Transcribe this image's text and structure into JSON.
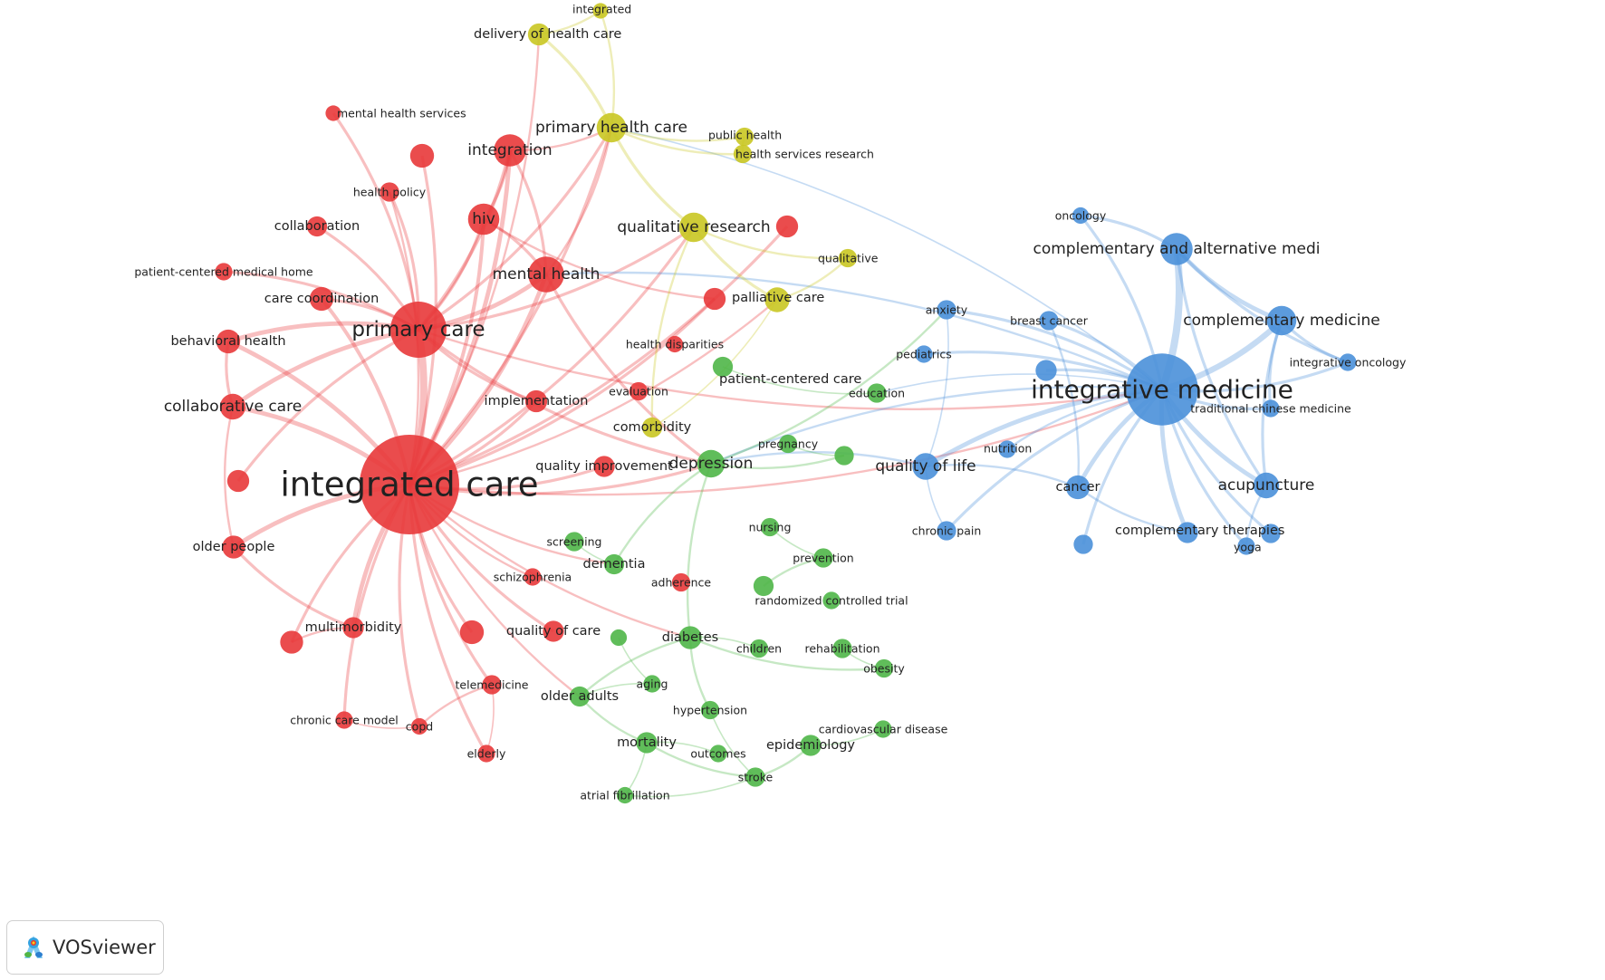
{
  "colors": {
    "cluster1": "#e8393a",
    "cluster2": "#4fb648",
    "cluster3": "#4a90d9",
    "cluster4": "#c9c722"
  },
  "badge": {
    "text": "VOSviewer",
    "icon": "vosviewer-logo-icon"
  },
  "nodes": [
    {
      "id": "integrated care",
      "label": "integrated care",
      "c": "cluster1",
      "w": 1.0
    },
    {
      "id": "primary care",
      "label": "primary care",
      "c": "cluster1",
      "w": 0.53
    },
    {
      "id": "mental health",
      "label": "mental health",
      "c": "cluster1",
      "w": 0.31
    },
    {
      "id": "integration",
      "label": "integration",
      "c": "cluster1",
      "w": 0.27
    },
    {
      "id": "hiv",
      "label": "hiv",
      "c": "cluster1",
      "w": 0.26
    },
    {
      "id": "mental health services",
      "label": "mental health services",
      "c": "cluster1",
      "w": 0.09
    },
    {
      "id": "health policy",
      "label": "health policy",
      "c": "cluster1",
      "w": 0.13
    },
    {
      "id": "collaboration",
      "label": "collaboration",
      "c": "cluster1",
      "w": 0.14
    },
    {
      "id": "patient-centered medical home",
      "label": "patient-centered medical home",
      "c": "cluster1",
      "w": 0.11
    },
    {
      "id": "care coordination",
      "label": "care coordination",
      "c": "cluster1",
      "w": 0.18
    },
    {
      "id": "behavioral health",
      "label": "behavioral health",
      "c": "cluster1",
      "w": 0.18
    },
    {
      "id": "collaborative care",
      "label": "collaborative care",
      "c": "cluster1",
      "w": 0.2
    },
    {
      "id": "implementation",
      "label": "implementation",
      "c": "cluster1",
      "w": 0.16
    },
    {
      "id": "evaluation",
      "label": "evaluation",
      "c": "cluster1",
      "w": 0.12
    },
    {
      "id": "health disparities",
      "label": "health disparities",
      "c": "cluster1",
      "w": 0.1
    },
    {
      "id": "quality improvement",
      "label": "quality improvement",
      "c": "cluster1",
      "w": 0.15
    },
    {
      "id": "older people",
      "label": "older people",
      "c": "cluster1",
      "w": 0.17
    },
    {
      "id": "multimorbidity",
      "label": "multimorbidity",
      "c": "cluster1",
      "w": 0.15
    },
    {
      "id": "schizophrenia",
      "label": "schizophrenia",
      "c": "cluster1",
      "w": 0.11
    },
    {
      "id": "adherence",
      "label": "adherence",
      "c": "cluster1",
      "w": 0.12
    },
    {
      "id": "quality of care",
      "label": "quality of care",
      "c": "cluster1",
      "w": 0.15
    },
    {
      "id": "telemedicine",
      "label": "telemedicine",
      "c": "cluster1",
      "w": 0.13
    },
    {
      "id": "chronic care model",
      "label": "chronic care model",
      "c": "cluster1",
      "w": 0.11
    },
    {
      "id": "copd",
      "label": "copd",
      "c": "cluster1",
      "w": 0.1
    },
    {
      "id": "elderly",
      "label": "elderly",
      "c": "cluster1",
      "w": 0.11
    },
    {
      "id": "r-unl-1",
      "label": "",
      "c": "cluster1",
      "w": 0.18
    },
    {
      "id": "r-unl-2",
      "label": "",
      "c": "cluster1",
      "w": 0.16
    },
    {
      "id": "r-unl-3",
      "label": "",
      "c": "cluster1",
      "w": 0.16
    },
    {
      "id": "r-unl-4",
      "label": "",
      "c": "cluster1",
      "w": 0.17
    },
    {
      "id": "r-unl-5",
      "label": "",
      "c": "cluster1",
      "w": 0.16
    },
    {
      "id": "r-unl-6",
      "label": "",
      "c": "cluster1",
      "w": 0.18
    },
    {
      "id": "depression",
      "label": "depression",
      "c": "cluster2",
      "w": 0.22
    },
    {
      "id": "patient-centered care",
      "label": "patient-centered care",
      "c": "cluster2",
      "w": 0.14
    },
    {
      "id": "education",
      "label": "education",
      "c": "cluster2",
      "w": 0.13
    },
    {
      "id": "pregnancy",
      "label": "pregnancy",
      "c": "cluster2",
      "w": 0.12
    },
    {
      "id": "screening",
      "label": "screening",
      "c": "cluster2",
      "w": 0.13
    },
    {
      "id": "dementia",
      "label": "dementia",
      "c": "cluster2",
      "w": 0.14
    },
    {
      "id": "nursing",
      "label": "nursing",
      "c": "cluster2",
      "w": 0.12
    },
    {
      "id": "prevention",
      "label": "prevention",
      "c": "cluster2",
      "w": 0.13
    },
    {
      "id": "randomized controlled trial",
      "label": "randomized controlled trial",
      "c": "cluster2",
      "w": 0.11
    },
    {
      "id": "diabetes",
      "label": "diabetes",
      "c": "cluster2",
      "w": 0.17
    },
    {
      "id": "children",
      "label": "children",
      "c": "cluster2",
      "w": 0.12
    },
    {
      "id": "rehabilitation",
      "label": "rehabilitation",
      "c": "cluster2",
      "w": 0.13
    },
    {
      "id": "obesity",
      "label": "obesity",
      "c": "cluster2",
      "w": 0.12
    },
    {
      "id": "aging",
      "label": "aging",
      "c": "cluster2",
      "w": 0.11
    },
    {
      "id": "older adults",
      "label": "older adults",
      "c": "cluster2",
      "w": 0.14
    },
    {
      "id": "hypertension",
      "label": "hypertension",
      "c": "cluster2",
      "w": 0.12
    },
    {
      "id": "cardiovascular disease",
      "label": "cardiovascular disease",
      "c": "cluster2",
      "w": 0.11
    },
    {
      "id": "mortality",
      "label": "mortality",
      "c": "cluster2",
      "w": 0.15
    },
    {
      "id": "outcomes",
      "label": "outcomes",
      "c": "cluster2",
      "w": 0.11
    },
    {
      "id": "epidemiology",
      "label": "epidemiology",
      "c": "cluster2",
      "w": 0.15
    },
    {
      "id": "stroke",
      "label": "stroke",
      "c": "cluster2",
      "w": 0.13
    },
    {
      "id": "atrial fibrillation",
      "label": "atrial fibrillation",
      "c": "cluster2",
      "w": 0.1
    },
    {
      "id": "g-unl-1",
      "label": "",
      "c": "cluster2",
      "w": 0.13
    },
    {
      "id": "g-unl-2",
      "label": "",
      "c": "cluster2",
      "w": 0.14
    },
    {
      "id": "g-unl-3",
      "label": "",
      "c": "cluster2",
      "w": 0.1
    },
    {
      "id": "integrative medicine",
      "label": "integrative medicine",
      "c": "cluster3",
      "w": 0.7
    },
    {
      "id": "complementary and alternative medi",
      "label": "complementary and alternative medi",
      "c": "cluster3",
      "w": 0.27
    },
    {
      "id": "oncology",
      "label": "oncology",
      "c": "cluster3",
      "w": 0.1
    },
    {
      "id": "complementary medicine",
      "label": "complementary medicine",
      "c": "cluster3",
      "w": 0.24
    },
    {
      "id": "integrative oncology",
      "label": "integrative oncology",
      "c": "cluster3",
      "w": 0.11
    },
    {
      "id": "traditional chinese medicine",
      "label": "traditional chinese medicine",
      "c": "cluster3",
      "w": 0.11
    },
    {
      "id": "acupuncture",
      "label": "acupuncture",
      "c": "cluster3",
      "w": 0.2
    },
    {
      "id": "complementary therapies",
      "label": "complementary therapies",
      "c": "cluster3",
      "w": 0.15
    },
    {
      "id": "yoga",
      "label": "yoga",
      "c": "cluster3",
      "w": 0.11
    },
    {
      "id": "cancer",
      "label": "cancer",
      "c": "cluster3",
      "w": 0.18
    },
    {
      "id": "breast cancer",
      "label": "breast cancer",
      "c": "cluster3",
      "w": 0.13
    },
    {
      "id": "anxiety",
      "label": "anxiety",
      "c": "cluster3",
      "w": 0.13
    },
    {
      "id": "pediatrics",
      "label": "pediatrics",
      "c": "cluster3",
      "w": 0.11
    },
    {
      "id": "nutrition",
      "label": "nutrition",
      "c": "cluster3",
      "w": 0.11
    },
    {
      "id": "quality of life",
      "label": "quality of life",
      "c": "cluster3",
      "w": 0.21
    },
    {
      "id": "chronic pain",
      "label": "chronic pain",
      "c": "cluster3",
      "w": 0.13
    },
    {
      "id": "b-unl-1",
      "label": "",
      "c": "cluster3",
      "w": 0.15
    },
    {
      "id": "b-unl-2",
      "label": "",
      "c": "cluster3",
      "w": 0.13
    },
    {
      "id": "b-unl-3",
      "label": "",
      "c": "cluster3",
      "w": 0.13
    },
    {
      "id": "integrated",
      "label": "integrated",
      "c": "cluster4",
      "w": 0.09
    },
    {
      "id": "delivery of health care",
      "label": "delivery of health care",
      "c": "cluster4",
      "w": 0.16
    },
    {
      "id": "primary health care",
      "label": "primary health care",
      "c": "cluster4",
      "w": 0.24
    },
    {
      "id": "public health",
      "label": "public health",
      "c": "cluster4",
      "w": 0.12
    },
    {
      "id": "health services research",
      "label": "health services research",
      "c": "cluster4",
      "w": 0.12
    },
    {
      "id": "qualitative research",
      "label": "qualitative research",
      "c": "cluster4",
      "w": 0.24
    },
    {
      "id": "qualitative",
      "label": "qualitative",
      "c": "cluster4",
      "w": 0.12
    },
    {
      "id": "palliative care",
      "label": "palliative care",
      "c": "cluster4",
      "w": 0.19
    },
    {
      "id": "comorbidity",
      "label": "comorbidity",
      "c": "cluster4",
      "w": 0.14
    }
  ],
  "edges": [
    [
      "integrated care",
      "primary care",
      5
    ],
    [
      "integrated care",
      "mental health",
      3
    ],
    [
      "integrated care",
      "integration",
      3
    ],
    [
      "integrated care",
      "hiv",
      2.5
    ],
    [
      "integrated care",
      "collaborative care",
      3
    ],
    [
      "integrated care",
      "behavioral health",
      3
    ],
    [
      "integrated care",
      "older people",
      3
    ],
    [
      "integrated care",
      "multimorbidity",
      3
    ],
    [
      "integrated care",
      "care coordination",
      2.5
    ],
    [
      "integrated care",
      "telemedicine",
      2
    ],
    [
      "integrated care",
      "chronic care model",
      2
    ],
    [
      "integrated care",
      "copd",
      2
    ],
    [
      "integrated care",
      "elderly",
      2
    ],
    [
      "integrated care",
      "quality of care",
      2
    ],
    [
      "integrated care",
      "implementation",
      2
    ],
    [
      "integrated care",
      "qualitative research",
      2
    ],
    [
      "integrated care",
      "primary health care",
      2
    ],
    [
      "integrated care",
      "depression",
      2
    ],
    [
      "integrated care",
      "integrative medicine",
      1.5
    ],
    [
      "integrated care",
      "quality improvement",
      2
    ],
    [
      "integrated care",
      "delivery of health care",
      1.5
    ],
    [
      "integrated care",
      "r-unl-1",
      2
    ],
    [
      "integrated care",
      "r-unl-2",
      2
    ],
    [
      "integrated care",
      "r-unl-3",
      2
    ],
    [
      "integrated care",
      "r-unl-4",
      2
    ],
    [
      "integrated care",
      "r-unl-6",
      2
    ],
    [
      "integrated care",
      "dementia",
      1.5
    ],
    [
      "integrated care",
      "diabetes",
      1.5
    ],
    [
      "integrated care",
      "older adults",
      1.5
    ],
    [
      "integrated care",
      "palliative care",
      1.5
    ],
    [
      "integrated care",
      "schizophrenia",
      1.5
    ],
    [
      "integrated care",
      "health policy",
      1.5
    ],
    [
      "primary care",
      "mental health",
      3
    ],
    [
      "primary care",
      "behavioral health",
      3
    ],
    [
      "primary care",
      "collaborative care",
      3
    ],
    [
      "primary care",
      "integration",
      2.5
    ],
    [
      "primary care",
      "hiv",
      2
    ],
    [
      "primary care",
      "collaboration",
      2
    ],
    [
      "primary care",
      "patient-centered medical home",
      2
    ],
    [
      "primary care",
      "care coordination",
      2
    ],
    [
      "primary care",
      "depression",
      2
    ],
    [
      "primary care",
      "r-unl-5",
      2
    ],
    [
      "primary care",
      "health policy",
      2
    ],
    [
      "primary care",
      "mental health services",
      2
    ],
    [
      "primary care",
      "integrative medicine",
      1.5
    ],
    [
      "primary care",
      "primary health care",
      2
    ],
    [
      "primary care",
      "qualitative research",
      2
    ],
    [
      "primary care",
      "implementation",
      2
    ],
    [
      "mental health",
      "integration",
      2
    ],
    [
      "mental health",
      "hiv",
      2
    ],
    [
      "mental health",
      "depression",
      2
    ],
    [
      "mental health",
      "primary health care",
      1.5
    ],
    [
      "hiv",
      "integration",
      2
    ],
    [
      "hiv",
      "r-unl-3",
      1.5
    ],
    [
      "integration",
      "primary health care",
      1.5
    ],
    [
      "behavioral health",
      "collaborative care",
      2
    ],
    [
      "collaborative care",
      "older people",
      1.5
    ],
    [
      "older people",
      "multimorbidity",
      2
    ],
    [
      "multimorbidity",
      "r-unl-4",
      1.5
    ],
    [
      "telemedicine",
      "copd",
      1.5
    ],
    [
      "chronic care model",
      "copd",
      1
    ],
    [
      "elderly",
      "telemedicine",
      1
    ],
    [
      "integrative medicine",
      "complementary and alternative medi",
      5
    ],
    [
      "integrative medicine",
      "complementary medicine",
      4
    ],
    [
      "integrative medicine",
      "acupuncture",
      3
    ],
    [
      "integrative medicine",
      "cancer",
      3
    ],
    [
      "integrative medicine",
      "integrative oncology",
      2
    ],
    [
      "integrative medicine",
      "traditional chinese medicine",
      2
    ],
    [
      "integrative medicine",
      "complementary therapies",
      3
    ],
    [
      "integrative medicine",
      "quality of life",
      3
    ],
    [
      "integrative medicine",
      "yoga",
      2
    ],
    [
      "integrative medicine",
      "oncology",
      2
    ],
    [
      "integrative medicine",
      "breast cancer",
      2
    ],
    [
      "integrative medicine",
      "anxiety",
      2
    ],
    [
      "integrative medicine",
      "pediatrics",
      2
    ],
    [
      "integrative medicine",
      "b-unl-1",
      2
    ],
    [
      "integrative medicine",
      "b-unl-2",
      2
    ],
    [
      "integrative medicine",
      "b-unl-3",
      2
    ],
    [
      "integrative medicine",
      "chronic pain",
      2
    ],
    [
      "integrative medicine",
      "nutrition",
      1.5
    ],
    [
      "integrative medicine",
      "depression",
      1.5
    ],
    [
      "integrative medicine",
      "mental health",
      1.5
    ],
    [
      "integrative medicine",
      "primary health care",
      1
    ],
    [
      "integrative medicine",
      "education",
      1
    ],
    [
      "complementary and alternative medi",
      "complementary medicine",
      3
    ],
    [
      "complementary and alternative medi",
      "oncology",
      2
    ],
    [
      "complementary and alternative medi",
      "acupuncture",
      2
    ],
    [
      "complementary and alternative medi",
      "integrative oncology",
      2
    ],
    [
      "complementary medicine",
      "acupuncture",
      2
    ],
    [
      "complementary medicine",
      "integrative oncology",
      2
    ],
    [
      "complementary medicine",
      "traditional chinese medicine",
      2
    ],
    [
      "acupuncture",
      "yoga",
      1.5
    ],
    [
      "cancer",
      "breast cancer",
      1.5
    ],
    [
      "cancer",
      "complementary therapies",
      1.5
    ],
    [
      "cancer",
      "quality of life",
      1.5
    ],
    [
      "quality of life",
      "depression",
      1.5
    ],
    [
      "quality of life",
      "anxiety",
      1
    ],
    [
      "quality of life",
      "chronic pain",
      1
    ],
    [
      "depression",
      "dementia",
      1.5
    ],
    [
      "depression",
      "diabetes",
      1.5
    ],
    [
      "depression",
      "g-unl-1",
      1.5
    ],
    [
      "depression",
      "anxiety",
      1.5
    ],
    [
      "diabetes",
      "hypertension",
      1.5
    ],
    [
      "diabetes",
      "obesity",
      1.5
    ],
    [
      "diabetes",
      "older adults",
      1.5
    ],
    [
      "older adults",
      "mortality",
      1.5
    ],
    [
      "mortality",
      "stroke",
      1.5
    ],
    [
      "stroke",
      "epidemiology",
      1.5
    ],
    [
      "epidemiology",
      "cardiovascular disease",
      1
    ],
    [
      "hypertension",
      "stroke",
      1
    ],
    [
      "atrial fibrillation",
      "stroke",
      1
    ],
    [
      "atrial fibrillation",
      "mortality",
      1
    ],
    [
      "outcomes",
      "mortality",
      1
    ],
    [
      "rehabilitation",
      "obesity",
      1
    ],
    [
      "prevention",
      "g-unl-2",
      1.5
    ],
    [
      "screening",
      "dementia",
      1
    ],
    [
      "nursing",
      "prevention",
      1
    ],
    [
      "children",
      "diabetes",
      1
    ],
    [
      "g-unl-3",
      "aging",
      1
    ],
    [
      "aging",
      "older adults",
      1
    ],
    [
      "pregnancy",
      "g-unl-1",
      1
    ],
    [
      "patient-centered care",
      "education",
      1
    ],
    [
      "primary health care",
      "qualitative research",
      2
    ],
    [
      "primary health care",
      "delivery of health care",
      2
    ],
    [
      "primary health care",
      "integrated",
      1.5
    ],
    [
      "primary health care",
      "public health",
      1.5
    ],
    [
      "primary health care",
      "health services research",
      1.5
    ],
    [
      "qualitative research",
      "palliative care",
      2
    ],
    [
      "qualitative research",
      "qualitative",
      1.5
    ],
    [
      "qualitative research",
      "comorbidity",
      1.5
    ],
    [
      "palliative care",
      "qualitative",
      1.5
    ],
    [
      "delivery of health care",
      "integrated",
      1.5
    ],
    [
      "public health",
      "health services research",
      1.5
    ],
    [
      "comorbidity",
      "palliative care",
      1
    ]
  ]
}
